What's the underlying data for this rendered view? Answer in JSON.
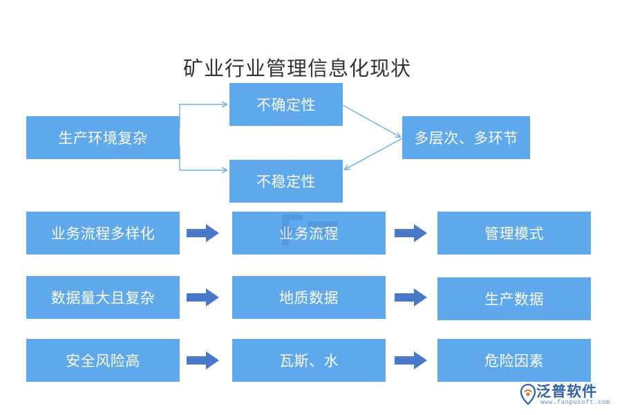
{
  "title": "矿业行业管理信息化现状",
  "top_group": {
    "source": "生产环境复杂",
    "branch_upper": "不确定性",
    "branch_lower": "不稳定性",
    "result": "多层次、多环节"
  },
  "rows": [
    {
      "cause": "业务流程多样化",
      "aspect": "业务流程",
      "effect": "管理模式"
    },
    {
      "cause": "数据量大且复杂",
      "aspect": "地质数据",
      "effect": "生产数据"
    },
    {
      "cause": "安全风险高",
      "aspect": "瓦斯、水",
      "effect": "危险因素"
    }
  ],
  "logo": {
    "name": "泛普软件",
    "url": "www.fanpusoft.com"
  },
  "colors": {
    "box": "#5fa8ec",
    "thin_arrow": "#6fb0ec",
    "block_arrow": "#4a78c8"
  }
}
